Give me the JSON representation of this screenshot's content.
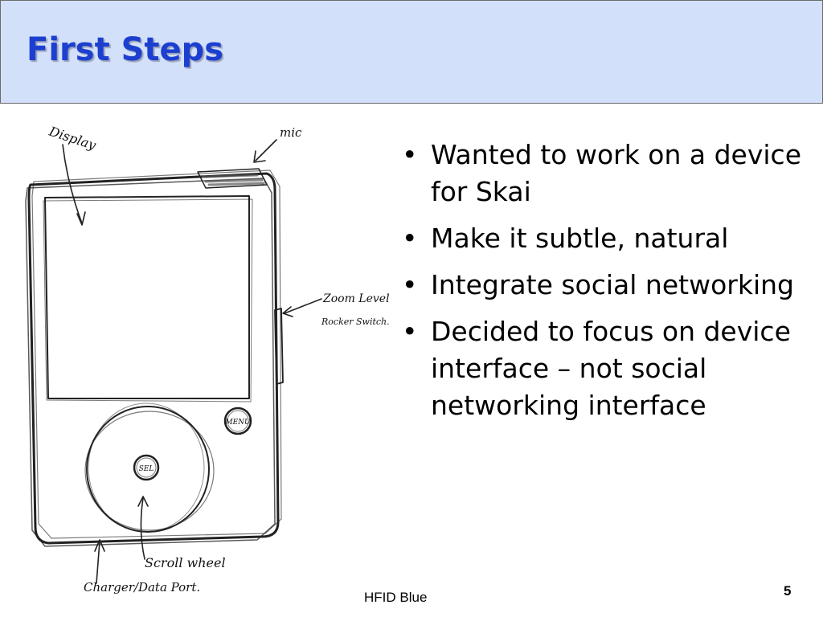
{
  "slide": {
    "title": "First Steps",
    "footer": "HFID Blue",
    "page_number": "5"
  },
  "colors": {
    "title_bar_bg": "#d3e0fa",
    "title_text": "#1c3fd0"
  },
  "bullets": [
    {
      "mark": "•",
      "text": "Wanted to work on a device for Skai"
    },
    {
      "mark": "•",
      "text": "Make it subtle, natural"
    },
    {
      "mark": "•",
      "text": "Integrate social networking"
    },
    {
      "mark": "•",
      "text": "Decided to focus on device interface – not social networking interface"
    }
  ],
  "sketch": {
    "labels": {
      "display": "Display",
      "mic": "mic",
      "zoom_level": "Zoom Level",
      "rocker_switch": "Rocker Switch.",
      "menu_button": "MENU",
      "select_button": "SEL",
      "scroll_wheel": "Scroll wheel",
      "charger_port": "Charger/Data Port."
    }
  }
}
